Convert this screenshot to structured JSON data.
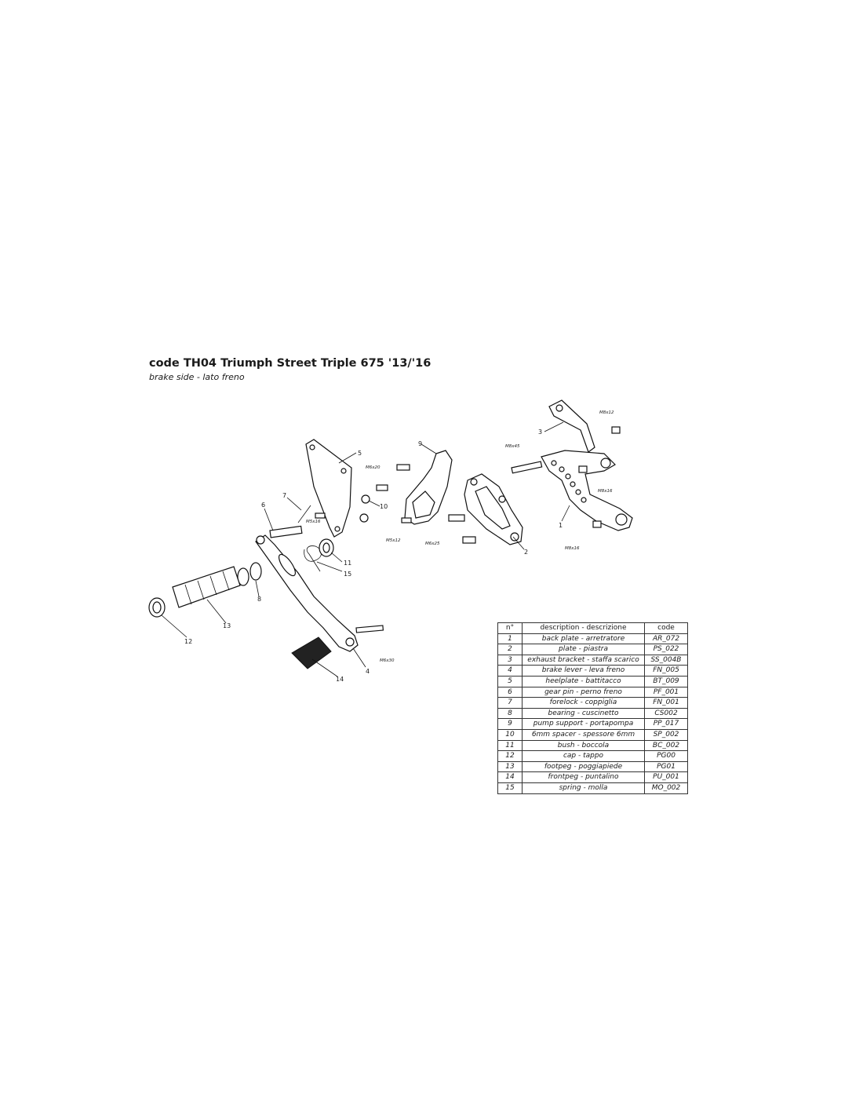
{
  "header": {
    "title": "code TH04 Triumph Street Triple 675 '13/'16",
    "subtitle": "brake side - lato freno"
  },
  "callouts": [
    "1",
    "2",
    "3",
    "4",
    "5",
    "6",
    "7",
    "8",
    "9",
    "10",
    "11",
    "12",
    "13",
    "14",
    "15"
  ],
  "bolts": [
    "M8x12",
    "M8x45",
    "M8x16",
    "M8x16",
    "M6x20",
    "M5x12",
    "M6x25",
    "M5x16",
    "M6x30"
  ],
  "table": {
    "headers": [
      "n°",
      "description - descrizione",
      "code"
    ],
    "rows": [
      [
        "1",
        "back plate - arretratore",
        "AR_072"
      ],
      [
        "2",
        "plate - piastra",
        "PS_022"
      ],
      [
        "3",
        "exhaust bracket - staffa scarico",
        "SS_004B"
      ],
      [
        "4",
        "brake lever - leva freno",
        "FN_005"
      ],
      [
        "5",
        "heelplate - battitacco",
        "BT_009"
      ],
      [
        "6",
        "gear pin - perno freno",
        "PF_001"
      ],
      [
        "7",
        "forelock - coppiglia",
        "FN_001"
      ],
      [
        "8",
        "bearing - cuscinetto",
        "CS002"
      ],
      [
        "9",
        "pump support - portapompa",
        "PP_017"
      ],
      [
        "10",
        "6mm spacer - spessore 6mm",
        "SP_002"
      ],
      [
        "11",
        "bush - boccola",
        "BC_002"
      ],
      [
        "12",
        "cap - tappo",
        "PG00"
      ],
      [
        "13",
        "footpeg - poggiapiede",
        "PG01"
      ],
      [
        "14",
        "frontpeg - puntalino",
        "PU_001"
      ],
      [
        "15",
        "spring - molla",
        "MO_002"
      ]
    ]
  }
}
